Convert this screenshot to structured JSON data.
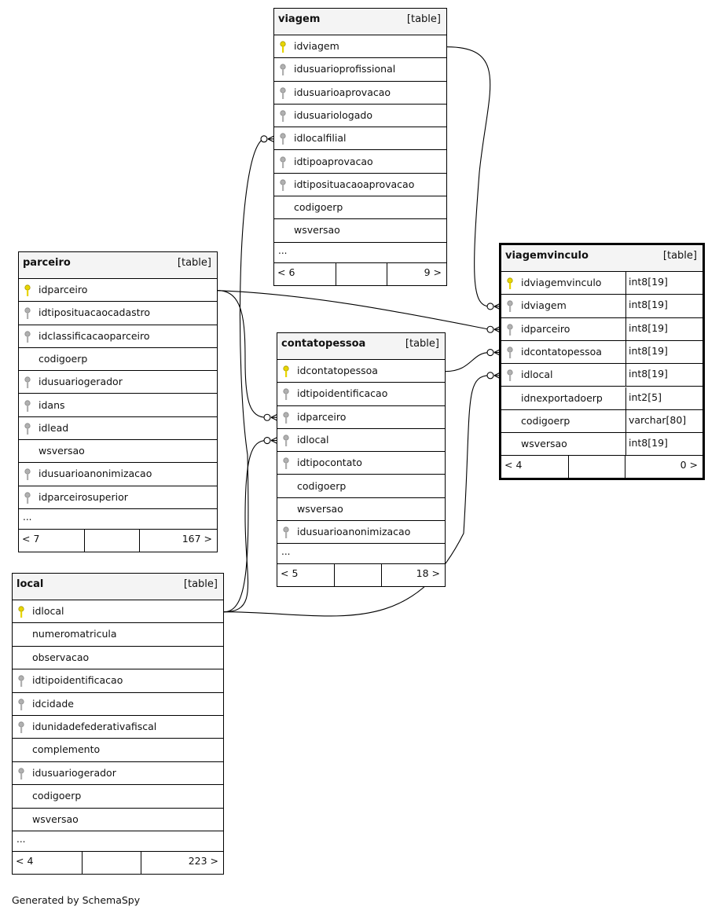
{
  "footer": "Generated by SchemaSpy",
  "colors": {
    "pk_key": "#e8d500",
    "fk_key": "#b0b0b0",
    "header_bg": "#f4f4f4",
    "line": "#000000"
  },
  "tables": {
    "viagem": {
      "name": "viagem",
      "type": "[table]",
      "columns": [
        {
          "name": "idviagem",
          "key": "pk"
        },
        {
          "name": "idusuarioprofissional",
          "key": "fk"
        },
        {
          "name": "idusuarioaprovacao",
          "key": "fk"
        },
        {
          "name": "idusuariologado",
          "key": "fk"
        },
        {
          "name": "idlocalfilial",
          "key": "fk"
        },
        {
          "name": "idtipoaprovacao",
          "key": "fk"
        },
        {
          "name": "idtiposituacaoaprovacao",
          "key": "fk"
        },
        {
          "name": "codigoerp",
          "key": ""
        },
        {
          "name": "wsversao",
          "key": ""
        }
      ],
      "more": "...",
      "left": "< 6",
      "right": "9 >"
    },
    "parceiro": {
      "name": "parceiro",
      "type": "[table]",
      "columns": [
        {
          "name": "idparceiro",
          "key": "pk"
        },
        {
          "name": "idtiposituacaocadastro",
          "key": "fk"
        },
        {
          "name": "idclassificacaoparceiro",
          "key": "fk"
        },
        {
          "name": "codigoerp",
          "key": ""
        },
        {
          "name": "idusuariogerador",
          "key": "fk"
        },
        {
          "name": "idans",
          "key": "fk"
        },
        {
          "name": "idlead",
          "key": "fk"
        },
        {
          "name": "wsversao",
          "key": ""
        },
        {
          "name": "idusuarioanonimizacao",
          "key": "fk"
        },
        {
          "name": "idparceirosuperior",
          "key": "fk"
        }
      ],
      "more": "...",
      "left": "< 7",
      "right": "167 >"
    },
    "contatopessoa": {
      "name": "contatopessoa",
      "type": "[table]",
      "columns": [
        {
          "name": "idcontatopessoa",
          "key": "pk"
        },
        {
          "name": "idtipoidentificacao",
          "key": "fk"
        },
        {
          "name": "idparceiro",
          "key": "fk"
        },
        {
          "name": "idlocal",
          "key": "fk"
        },
        {
          "name": "idtipocontato",
          "key": "fk"
        },
        {
          "name": "codigoerp",
          "key": ""
        },
        {
          "name": "wsversao",
          "key": ""
        },
        {
          "name": "idusuarioanonimizacao",
          "key": "fk"
        }
      ],
      "more": "...",
      "left": "< 5",
      "right": "18 >"
    },
    "viagemvinculo": {
      "name": "viagemvinculo",
      "type": "[table]",
      "columns": [
        {
          "name": "idviagemvinculo",
          "key": "pk",
          "type": "int8[19]"
        },
        {
          "name": "idviagem",
          "key": "fk",
          "type": "int8[19]"
        },
        {
          "name": "idparceiro",
          "key": "fk",
          "type": "int8[19]"
        },
        {
          "name": "idcontatopessoa",
          "key": "fk",
          "type": "int8[19]"
        },
        {
          "name": "idlocal",
          "key": "fk",
          "type": "int8[19]"
        },
        {
          "name": "idnexportadoerp",
          "key": "",
          "type": "int2[5]"
        },
        {
          "name": "codigoerp",
          "key": "",
          "type": "varchar[80]"
        },
        {
          "name": "wsversao",
          "key": "",
          "type": "int8[19]"
        }
      ],
      "left": "< 4",
      "right": "0 >"
    },
    "local": {
      "name": "local",
      "type": "[table]",
      "columns": [
        {
          "name": "idlocal",
          "key": "pk"
        },
        {
          "name": "numeromatricula",
          "key": ""
        },
        {
          "name": "observacao",
          "key": ""
        },
        {
          "name": "idtipoidentificacao",
          "key": "fk"
        },
        {
          "name": "idcidade",
          "key": "fk"
        },
        {
          "name": "idunidadefederativafiscal",
          "key": "fk"
        },
        {
          "name": "complemento",
          "key": ""
        },
        {
          "name": "idusuariogerador",
          "key": "fk"
        },
        {
          "name": "codigoerp",
          "key": ""
        },
        {
          "name": "wsversao",
          "key": ""
        }
      ],
      "more": "...",
      "left": "< 4",
      "right": "223 >"
    }
  }
}
